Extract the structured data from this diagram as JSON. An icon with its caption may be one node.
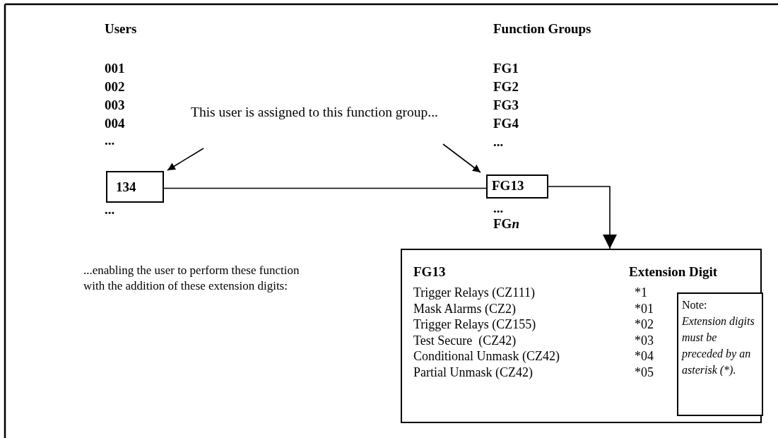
{
  "diagram": {
    "nodes": [
      {
        "text": [
          "This user is assigned to this function group..."
        ]
      },
      {
        "text": [
          "134"
        ]
      },
      {
        "text": [
          "FG13"
        ]
      },
      {
        "text": [
          "FG13",
          "Extension Digit",
          "Trigger Relays (CZ111)",
          "*1",
          "Mask Alarms (CZ2)",
          "*01",
          "Trigger Relays (CZ155)",
          "*02",
          "Test Secure  (CZ42)",
          "*03",
          "Conditional Unmask (CZ42)",
          "*04",
          "Partial Unmask (CZ42)",
          "*05"
        ]
      },
      {
        "text": [
          "Note:",
          "Extension digits must be preceded by an asterisk (*)."
        ],
        "in": 3
      }
    ],
    "edges": [
      {
        "from": 0,
        "to": 1,
        "arrow": "to"
      },
      {
        "from": 0,
        "to": 2,
        "arrow": "to"
      },
      {
        "from": 1,
        "to": 2,
        "arrow": "none"
      },
      {
        "from": 2,
        "to": 3,
        "arrow": "to"
      }
    ],
    "labels": [
      "Users",
      "Function Groups",
      "001",
      "FG1",
      "002",
      "FG2",
      "003",
      "FG3",
      "004",
      "FG4",
      "...",
      "...",
      "...",
      "...",
      "FGn",
      "...enabling the user to perform these function with the addition of these extension digits:"
    ]
  }
}
